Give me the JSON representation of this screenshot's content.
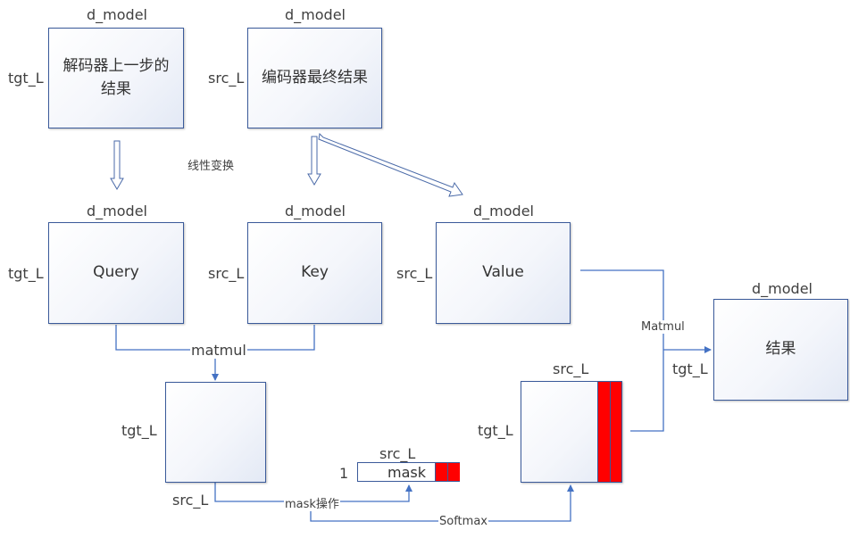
{
  "labels": {
    "d_model": "d_model",
    "tgt_L": "tgt_L",
    "src_L": "src_L",
    "one": "1"
  },
  "boxes": {
    "decoder": "解码器上一步的\n结果",
    "encoder": "编码器最终结果",
    "query": "Query",
    "key": "Key",
    "value": "Value",
    "result": "结果",
    "mask": "mask"
  },
  "edges": {
    "linear_transform": "线性变换",
    "matmul": "matmul",
    "mask_op": "mask操作",
    "softmax": "Softmax",
    "matmul2": "Matmul"
  },
  "colors": {
    "box_border": "#3a5a9a",
    "arrow": "#4472c4",
    "mask_fill": "#ff0000"
  }
}
